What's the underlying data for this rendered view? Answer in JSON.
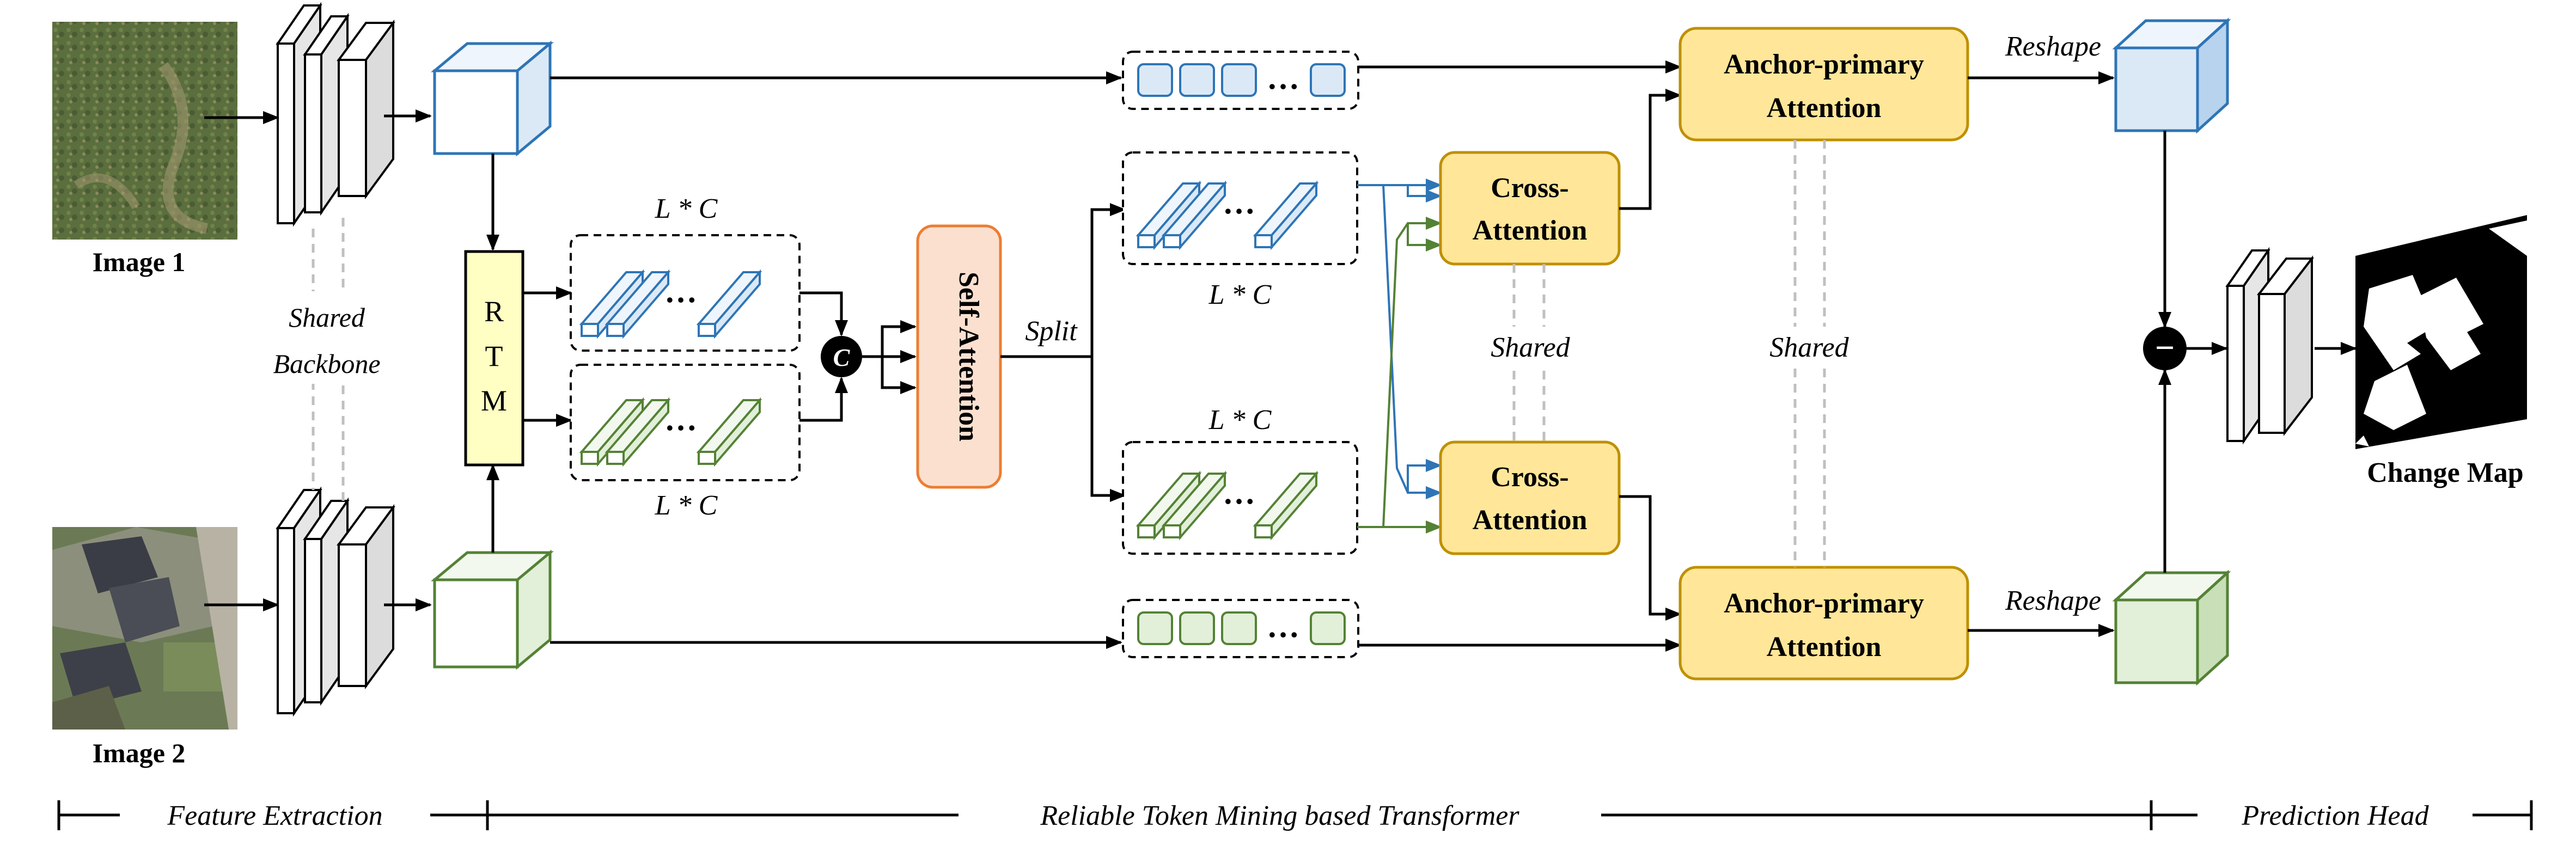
{
  "inputs": {
    "image1_label": "Image 1",
    "image2_label": "Image 2"
  },
  "backbone": {
    "label_line1": "Shared",
    "label_line2": "Backbone"
  },
  "rtm": {
    "letters": [
      "R",
      "T",
      "M"
    ]
  },
  "token_dims": {
    "label": "L * C"
  },
  "concat": {
    "symbol": "C"
  },
  "self_attention": {
    "label": "Self-Attention"
  },
  "split": {
    "label": "Split"
  },
  "ellipsis": "…",
  "cross_attention": {
    "line1": "Cross-",
    "line2": "Attention"
  },
  "shared_label": "Shared",
  "anchor_attention": {
    "line1": "Anchor-primary",
    "line2": "Attention"
  },
  "reshape_label": "Reshape",
  "subtract_symbol": "−",
  "output": {
    "label": "Change Map"
  },
  "stages": {
    "feature_extraction": "Feature Extraction",
    "rtm_transformer": "Reliable Token Mining based Transformer",
    "prediction_head": "Prediction Head"
  },
  "colors": {
    "blue_stroke": "#2e75b6",
    "blue_fill": "#dbe9f7",
    "green_stroke": "#548235",
    "green_fill": "#e2efd9",
    "rtm_fill": "#ffffc4",
    "self_attention_fill": "#fbe0d0",
    "self_attention_stroke": "#ed7d31",
    "attention_fill": "#ffe699",
    "attention_stroke": "#bf9000"
  }
}
